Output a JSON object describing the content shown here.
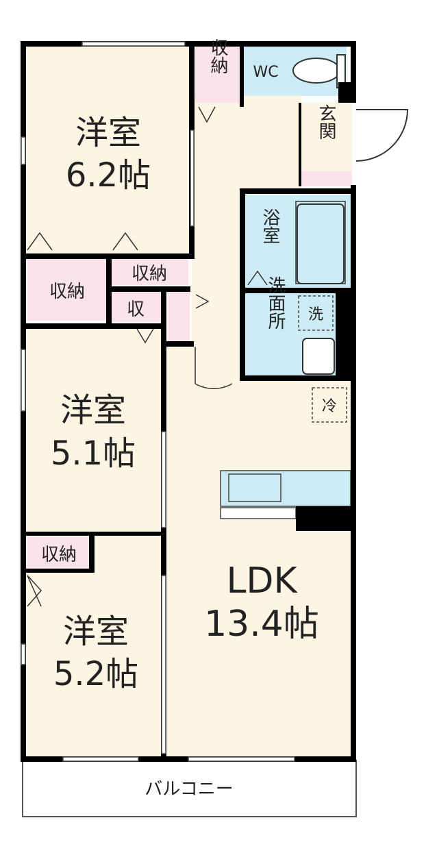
{
  "rooms": {
    "bedroom1": {
      "name": "洋室",
      "size": "6.2帖"
    },
    "bedroom2": {
      "name": "洋室",
      "size": "5.1帖"
    },
    "bedroom3": {
      "name": "洋室",
      "size": "5.2帖"
    },
    "ldk": {
      "name": "LDK",
      "size": "13.4帖"
    }
  },
  "labels": {
    "storage": "収納",
    "storage_short": "収",
    "wc": "WC",
    "entrance": "玄関",
    "bath": "浴室",
    "washroom": "洗面所",
    "washer": "洗",
    "fridge": "冷",
    "balcony": "バルコニー"
  },
  "colors": {
    "room_floor": "#fdf5e4",
    "storage": "#fbe3ec",
    "wet_area": "#cdebf5",
    "wall": "#000000"
  }
}
